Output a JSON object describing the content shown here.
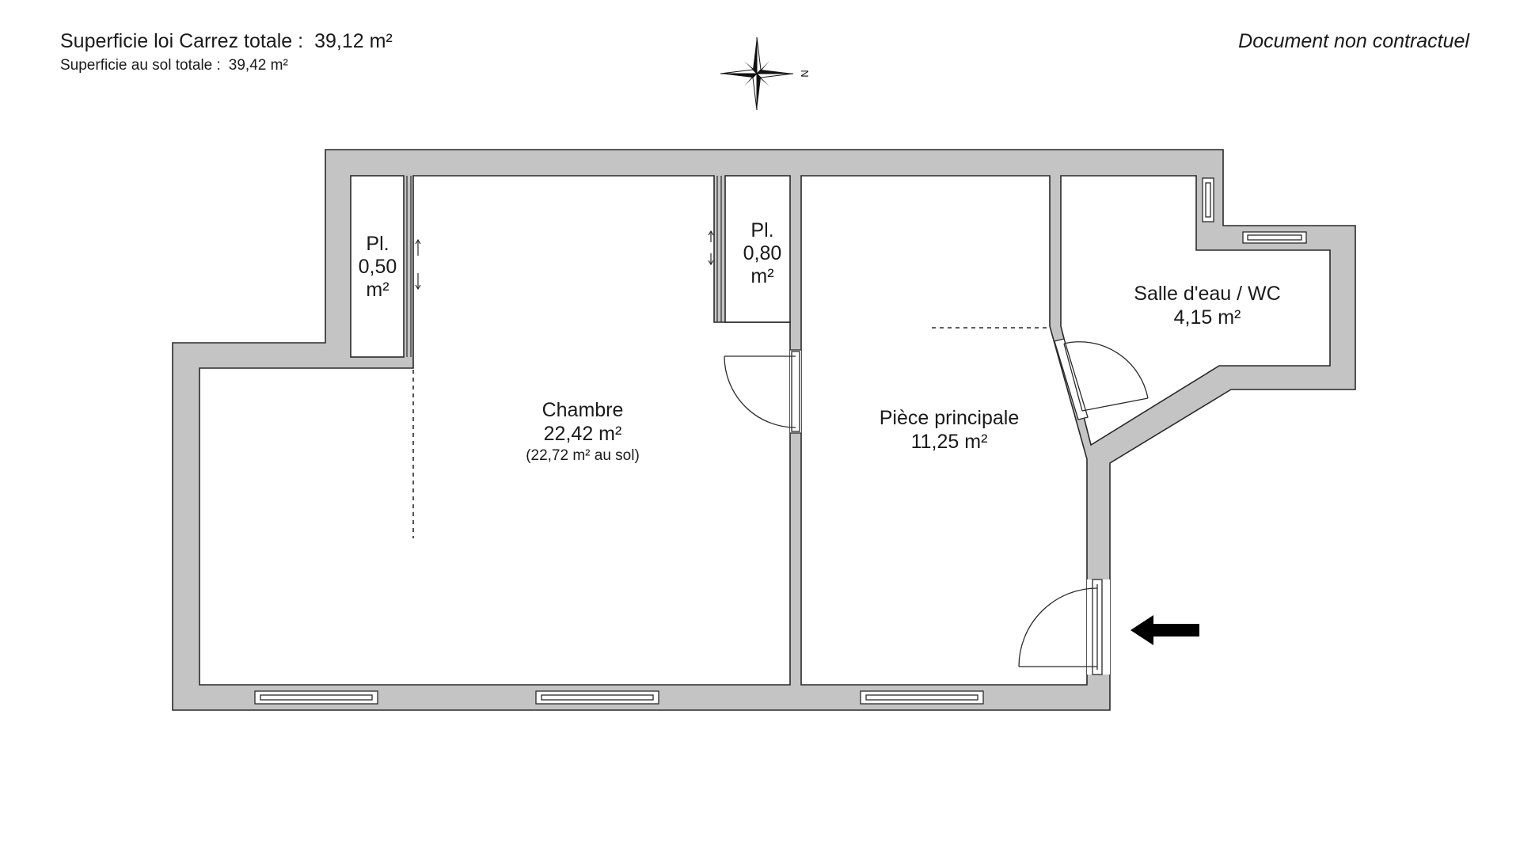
{
  "header": {
    "carrez_label": "Superficie loi Carrez totale :",
    "carrez_value": "39,12 m²",
    "floor_label": "Superficie au sol totale :",
    "floor_value": "39,42 m²",
    "disclaimer": "Document non contractuel"
  },
  "compass": {
    "north_label": "N"
  },
  "rooms": {
    "placard_left": {
      "line1": "Pl.",
      "line2": "0,50",
      "line3": "m²"
    },
    "placard_right": {
      "line1": "Pl.",
      "line2": "0,80",
      "line3": "m²"
    },
    "chambre": {
      "name": "Chambre",
      "area": "22,42 m²",
      "floor_note": "(22,72 m² au sol)"
    },
    "piece_principale": {
      "name": "Pièce principale",
      "area": "11,25 m²"
    },
    "salle_eau": {
      "name": "Salle d'eau / WC",
      "area": "4,15 m²"
    }
  },
  "colors": {
    "wall": "#c4c4c4",
    "outline": "#2a2a2a",
    "floor": "#ffffff",
    "entrance_arrow": "#000000"
  },
  "icons": {
    "compass": "compass-rose-icon",
    "entrance": "entrance-arrow-icon"
  }
}
